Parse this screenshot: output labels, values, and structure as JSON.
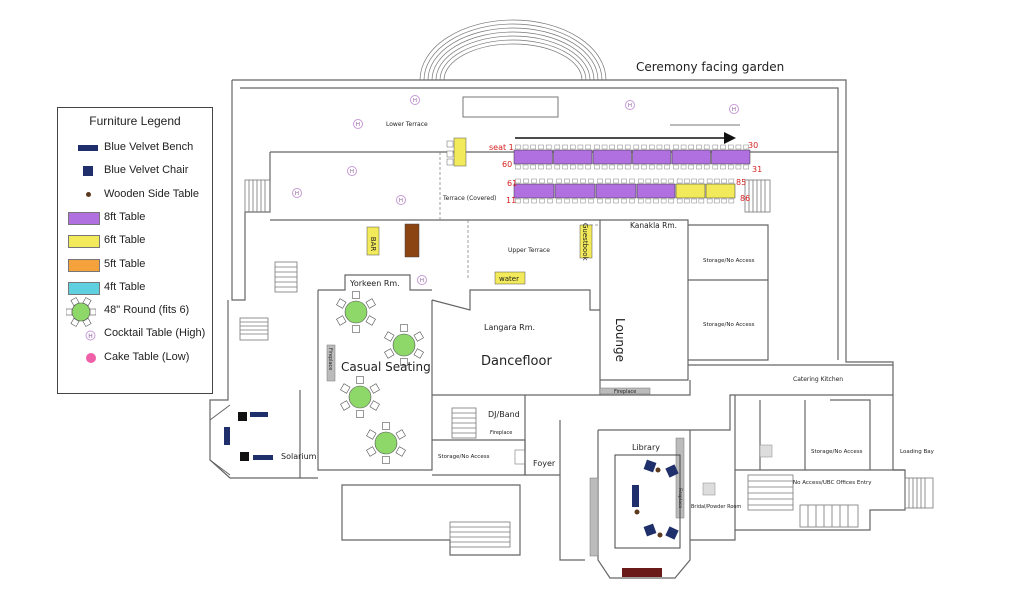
{
  "legend": {
    "title": "Furniture Legend",
    "items": [
      {
        "label": "Blue Velvet Bench",
        "color": "#1f2f6b",
        "icon": "bench-icon"
      },
      {
        "label": "Blue Velvet Chair",
        "color": "#1f2f6b",
        "icon": "chair-icon"
      },
      {
        "label": "Wooden Side Table",
        "color": "#5b3a1e",
        "icon": "side-table-icon"
      },
      {
        "label": "8ft Table",
        "color": "#b070e0",
        "icon": "table-8ft-icon"
      },
      {
        "label": "6ft Table",
        "color": "#f2ea5a",
        "icon": "table-6ft-icon"
      },
      {
        "label": "5ft Table",
        "color": "#f5a23c",
        "icon": "table-5ft-icon"
      },
      {
        "label": "4ft Table",
        "color": "#5fd0e0",
        "icon": "table-4ft-icon"
      },
      {
        "label": "48\" Round (fits 6)",
        "color": "#8ed86a",
        "icon": "round-table-icon"
      },
      {
        "label": "Cocktail Table (High)",
        "color": "#c79ad6",
        "icon": "cocktail-table-icon"
      },
      {
        "label": "Cake Table (Low)",
        "color": "#f060a8",
        "icon": "cake-table-icon"
      }
    ]
  },
  "plan": {
    "ceremony_label": "Ceremony facing garden",
    "cocktail_mark": "H",
    "rooms": {
      "lower_terrace": "Lower Terrace",
      "terrace_covered": "Terrace (Covered)",
      "upper_terrace": "Upper Terrace",
      "kanakla": "Kanakla Rm.",
      "storage1": "Storage/No Access",
      "storage2": "Storage/No Access",
      "yorkeen": "Yorkeen Rm.",
      "casual_seating": "Casual Seating",
      "langara": "Langara Rm.",
      "dancefloor": "Dancefloor",
      "lounge": "Lounge",
      "fireplace_lounge": "Fireplace",
      "fireplace_casual": "Fireplace",
      "fireplace_dj": "Fireplace",
      "fireplace_library": "Fireplace",
      "catering_kitchen": "Catering Kitchen",
      "dj_band": "DJ/Band",
      "solarium": "Solarium",
      "storage3": "Storage/No Access",
      "foyer": "Foyer",
      "library": "Library",
      "storage4": "Storage/No Access",
      "loading_bay": "Loading Bay",
      "no_access": "No Access/UBC Offices Entry",
      "bridal": "Bridal/Powder Room"
    },
    "labels": {
      "bar": "BAR",
      "guestbook": "Guestbook",
      "water": "water"
    },
    "seats": {
      "seat1": "seat 1",
      "s30": "30",
      "s60": "60",
      "s31": "31",
      "s61": "61",
      "s85": "85",
      "s11": "11",
      "s86": "86"
    }
  }
}
